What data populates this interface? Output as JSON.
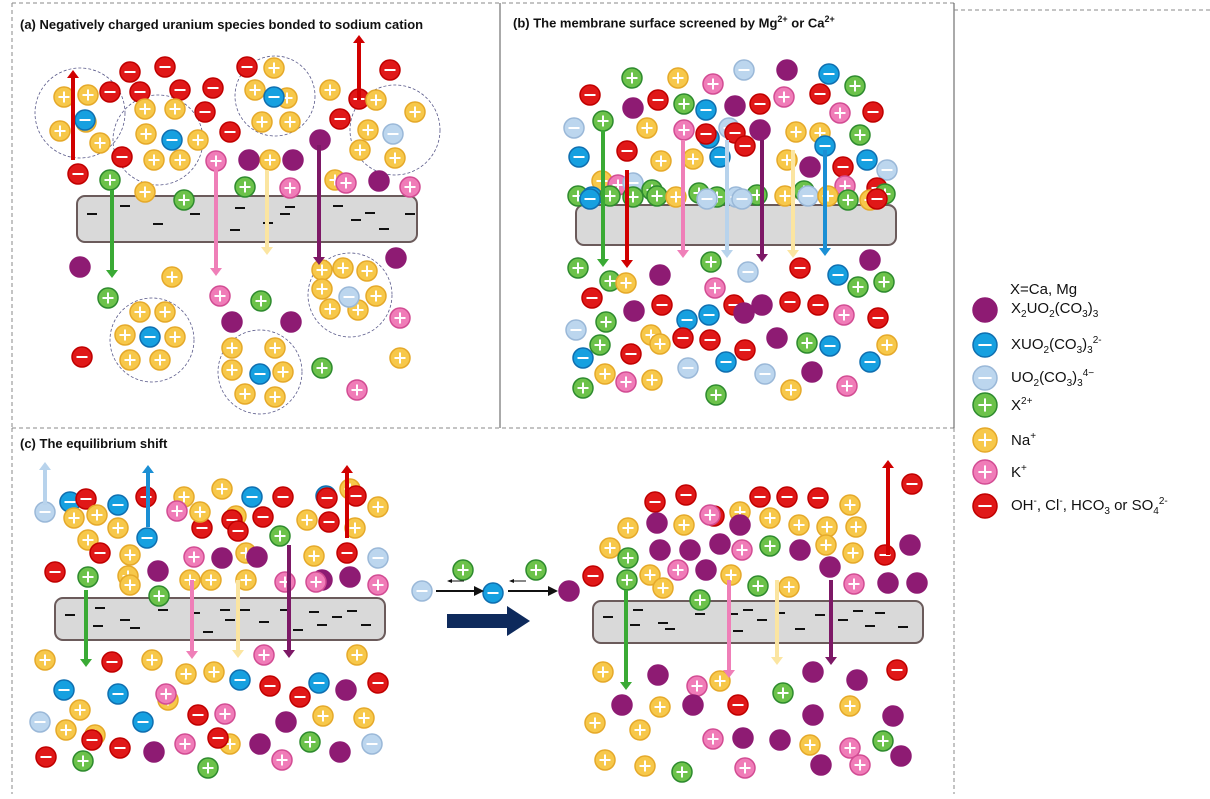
{
  "panels": {
    "a": {
      "title": "(a) Negatively charged uranium species bonded to sodium cation"
    },
    "b": {
      "title_main": "(b) The membrane surface screened by Mg",
      "title_sup1": "2+",
      "title_mid": " or Ca",
      "title_sup2": "2+"
    },
    "c": {
      "title": "(c) The equilibrium shift"
    }
  },
  "legend": {
    "note": "X=Ca, Mg",
    "items": [
      {
        "key": "X2UO2CO33",
        "species": "neutral",
        "main": "X",
        "sub1": "2",
        "mid": "UO",
        "sub2": "2",
        "tail": "(CO",
        "sub3": "3",
        "end": ")",
        "sub4": "3",
        "sup": ""
      },
      {
        "key": "XUO2CO33",
        "species": "anion1",
        "main": "XUO",
        "sub1": "2",
        "mid": "(CO",
        "sub2": "3",
        "tail": ")",
        "sub3": "3",
        "end": "",
        "sub4": "",
        "sup": "2-"
      },
      {
        "key": "UO2CO33",
        "species": "anion2",
        "main": "UO",
        "sub1": "2",
        "mid": "(CO",
        "sub2": "3",
        "tail": ")",
        "sub3": "3",
        "end": "",
        "sub4": "",
        "sup": "4−"
      },
      {
        "key": "X2plus",
        "species": "x2",
        "main": "X",
        "sub1": "",
        "mid": "",
        "sub2": "",
        "tail": "",
        "sub3": "",
        "end": "",
        "sub4": "",
        "sup": "2+"
      },
      {
        "key": "Na",
        "species": "na",
        "main": "Na",
        "sub1": "",
        "mid": "",
        "sub2": "",
        "tail": "",
        "sub3": "",
        "end": "",
        "sub4": "",
        "sup": "+"
      },
      {
        "key": "K",
        "species": "k",
        "main": "K",
        "sub1": "",
        "mid": "",
        "sub2": "",
        "tail": "",
        "sub3": "",
        "end": "",
        "sub4": "",
        "sup": "+"
      },
      {
        "key": "anions",
        "species": "oh",
        "main": "OH",
        "sub1": "",
        "mid": "",
        "sub2": "",
        "tail": "",
        "sub3": "",
        "end": "",
        "sub4": "",
        "sup": "-"
      }
    ],
    "anion_text": {
      "oh": "OH",
      "oh_sup": "-",
      "cl": ", Cl",
      "cl_sup": "-",
      "hco3": ", HCO",
      "hco3_sub": "3",
      "so4": " or SO",
      "so4_sub": "4",
      "so4_sup": "2-"
    }
  },
  "species_colors": {
    "neutral": {
      "fill": "#8e1b73",
      "stroke": "#8e1b73"
    },
    "anion1": {
      "fill": "#16a0e0",
      "stroke": "#0f6fb0"
    },
    "anion2": {
      "fill": "#bcd6ee",
      "stroke": "#9ab8d8"
    },
    "x2": {
      "fill": "#6cc24a",
      "stroke": "#2e8b2e"
    },
    "na": {
      "fill": "#f7c84a",
      "stroke": "#e5a92a"
    },
    "k": {
      "fill": "#f07cb8",
      "stroke": "#d24c93"
    },
    "oh": {
      "fill": "#e01818",
      "stroke": "#c00000"
    }
  },
  "arrow_colors": {
    "red": "#d10000",
    "green": "#3aaa35",
    "pink": "#ef7fb8",
    "yellow": "#fbe5a1",
    "purple": "#7d1866",
    "lightblue": "#b8d3ec",
    "blue": "#1b8fd4",
    "navy": "#0e2a5c"
  },
  "membrane_charge": "−"
}
